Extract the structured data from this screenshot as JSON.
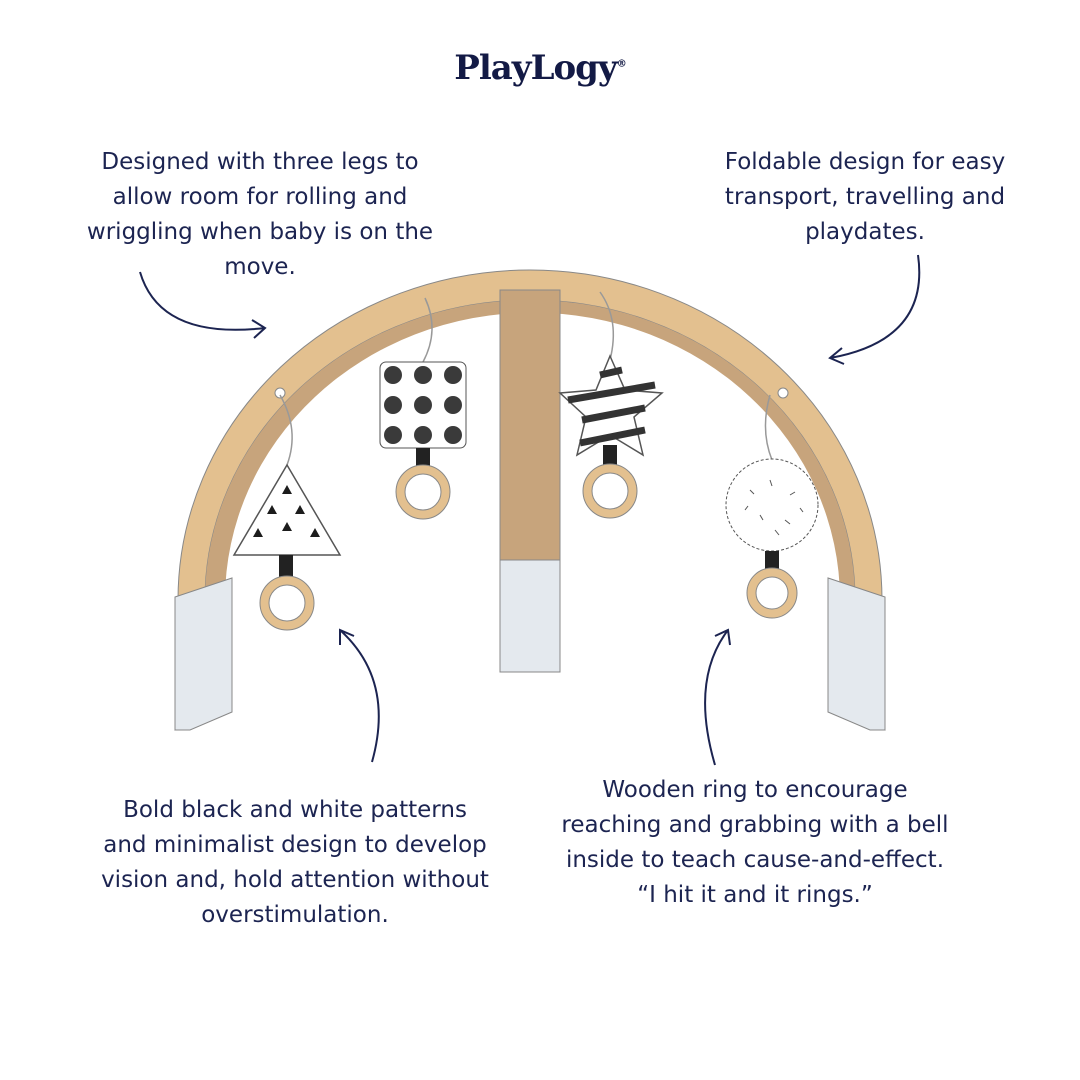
{
  "brand": {
    "name": "PlayLogy",
    "mark": "®"
  },
  "callouts": {
    "top_left": "Designed with three legs to allow room for rolling and wriggling when baby is on the move.",
    "top_right": "Foldable design for easy transport, travelling and playdates.",
    "bottom_left": "Bold black and white patterns and minimalist design to develop vision and, hold attention without overstimulation.",
    "bottom_right_1": "Wooden ring to encourage reaching and grabbing with a bell inside to teach cause-and-effect.",
    "bottom_right_2": "“I hit it and it rings.”"
  },
  "colors": {
    "text": "#1c2451",
    "wood": "#e3c08f",
    "wood_dark": "#c7a47c",
    "leg": "#e4e9ee"
  }
}
